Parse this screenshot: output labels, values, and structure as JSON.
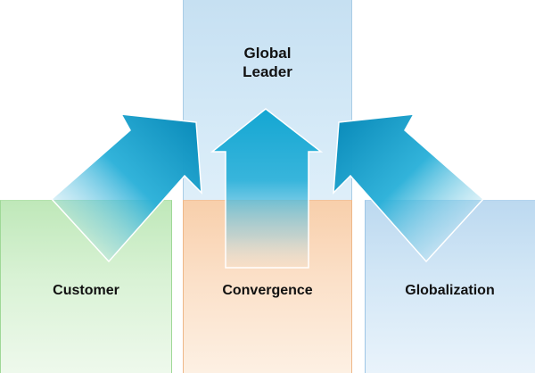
{
  "diagram": {
    "top": {
      "line1": "Global",
      "line2": "Leader"
    },
    "bottom": [
      {
        "label": "Customer"
      },
      {
        "label": "Convergence"
      },
      {
        "label": "Globalization"
      }
    ]
  },
  "colors": {
    "arrow_main": "#1aa3cf",
    "arrow_dark": "#0f86b3",
    "box_top": "#c6e0f2",
    "box_left": "#bfe8b9",
    "box_center": "#f8cfab",
    "box_right": "#bcd9f0"
  }
}
